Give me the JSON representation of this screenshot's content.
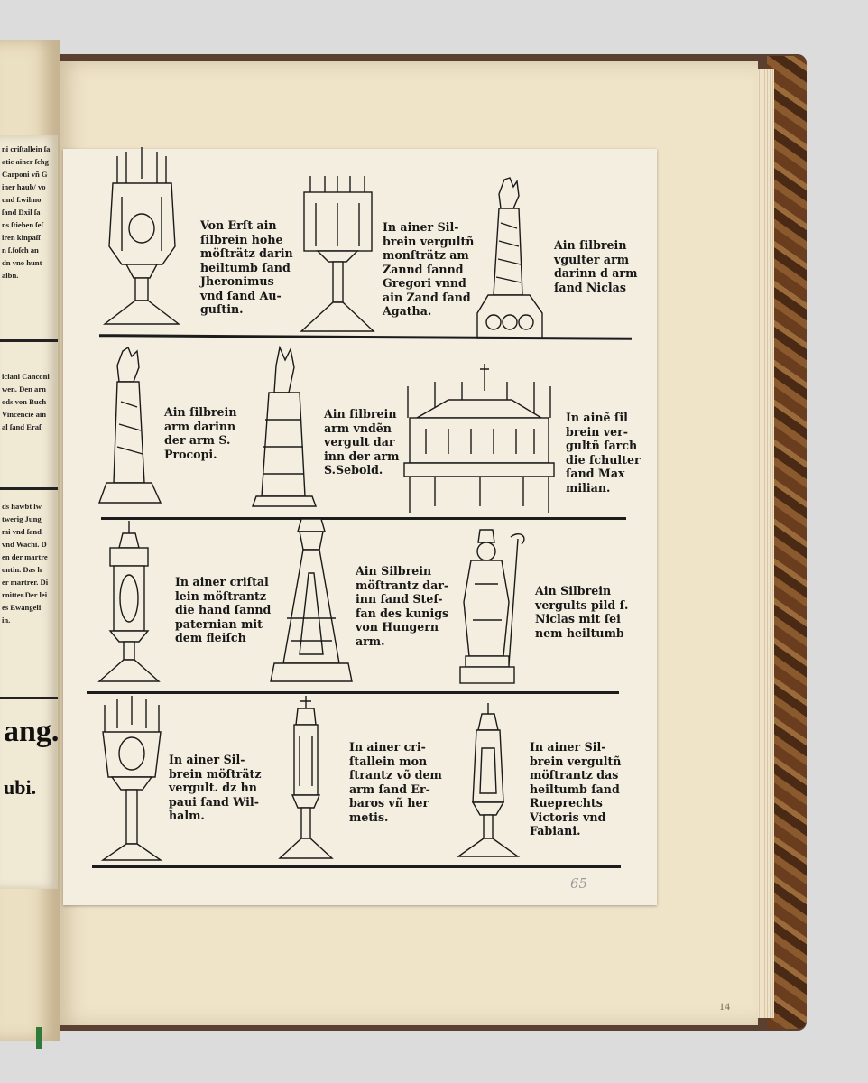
{
  "left_page_fragments": {
    "block1": [
      "ni criſtallein ſa",
      "atie ainer ſchg",
      "Carponi vñ G",
      "iner haub/ vo",
      "und ſ.wilmo",
      "ſand Dxil ſa",
      "ns ſtieben ſeſ",
      "iren kinpaſſ",
      "n ſ.foſch an",
      "dn vno hunt",
      "albn."
    ],
    "block2": [
      "iciani Canconi",
      "wen. Den arn",
      "ods von Buch",
      "Vincencie ain",
      "al ſand Eraſ"
    ],
    "block3": [
      "ds hawbt ſw",
      "twerig Jung",
      "mi vnd ſand",
      "vnd Wachi. D",
      "en der martre",
      "ontin. Das h",
      "er martrer. Di",
      "rnitter.Der lei",
      "es Ewangeli",
      "in."
    ],
    "big_line1": "ang.",
    "big_line2": "ubi."
  },
  "captions": {
    "r1c1": "Von Erſt ain\nſilbrein hohe\nmöſträtz darin\nheiltumb ſand\nJheronimus\nvnd ſand Au-\nguſtin.",
    "r1c2": "In ainer Sil-\nbrein vergultñ\nmonſträtz am\nZannd ſannd\nGregori vnnd\nain Zand ſand\nAgatha.",
    "r1c3": "Ain ſilbrein\nvgulter arm\ndarinn d arm\nſand Niclas",
    "r2c1": "Ain ſilbrein\narm darinn\nder arm S.\nProcopi.",
    "r2c2": "Ain ſilbrein\narm vndẽn\nvergult dar\ninn der arm\nS.Sebold.",
    "r2c3": "In ainẽ ſil\nbrein ver-\ngultñ ſarch\ndie ſchulter\nſand Max\nmilian.",
    "r3c1": "In ainer criſtal\nlein möſtrantz\ndie hand ſannd\npaternian mit\ndem fleiſch",
    "r3c2": "Ain Silbrein\nmöſtrantz dar-\ninn ſand Stef-\nfan des kunigs\nvon Hungern\narm.",
    "r3c3": "Ain Silbrein\nvergults pild ſ.\nNiclas mit ſei\nnem heiltumb",
    "r4c1": "In ainer Sil-\nbrein möſträtz\nvergult. dz hn\npaui ſand Wil-\nhalm.",
    "r4c2": "In ainer cri-\nſtallein mon\nſtrantz võ dem\narm ſand Er-\nbaros vñ her\nmetis.",
    "r4c3": "In ainer Sil-\nbrein vergultñ\nmöſtrantz das\nheiltumb ſand\nRueprechts\nVictoris vnd\nFabiani."
  },
  "pencil_number": "65",
  "folio_number": "14",
  "colors": {
    "paper": "#f3eedf",
    "ink": "#1a1a1a",
    "page": "#efe3c8",
    "binding": "#6b3d1f"
  }
}
